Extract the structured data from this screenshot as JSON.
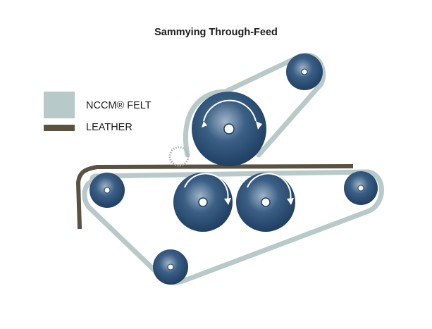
{
  "title": "Sammying Through-Feed",
  "legend": {
    "felt_label": "NCCM® FELT",
    "leather_label": "LEATHER"
  },
  "colors": {
    "felt": "#b7c9c8",
    "leather": "#5a5141",
    "roller_dark": "#1f3f63",
    "roller_light": "#9fb4c8",
    "hub": "#ffffff"
  },
  "icons": [
    "rotation-arrow-icon"
  ]
}
